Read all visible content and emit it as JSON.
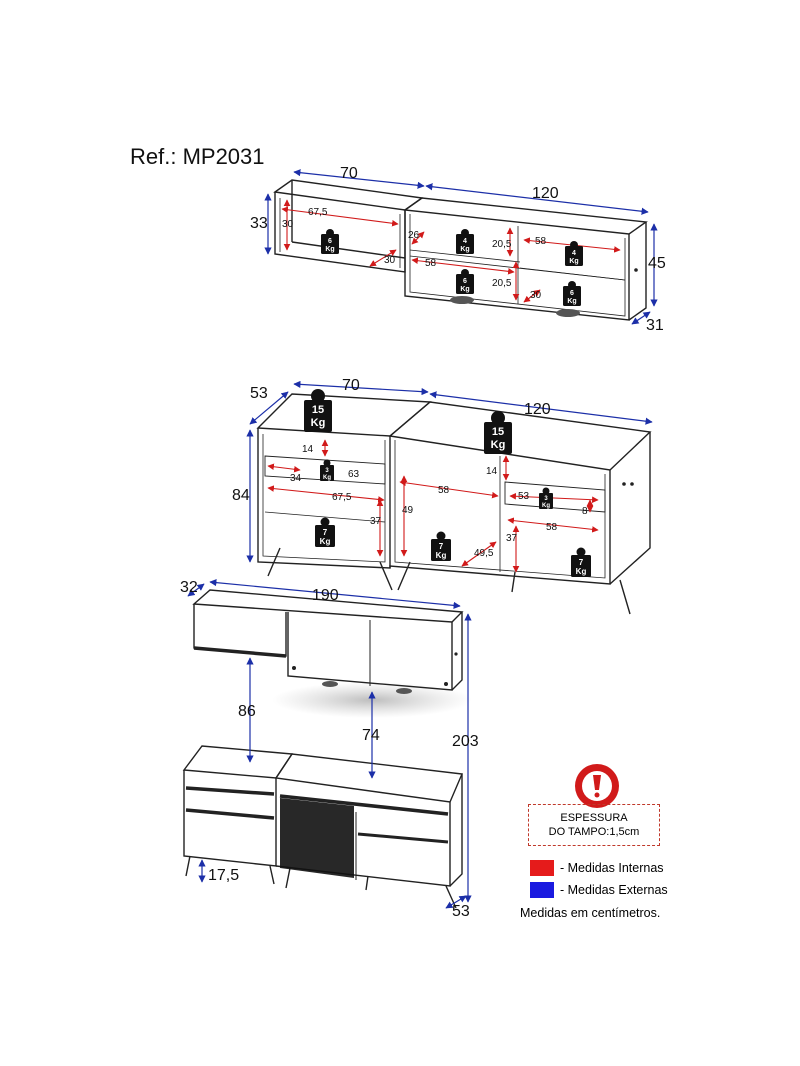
{
  "reference": "Ref.: MP2031",
  "colors": {
    "external": "#1c2fa8",
    "internal": "#d11a1a",
    "line": "#222222",
    "warning": "#d11a1a"
  },
  "upper_cabinets": {
    "dims": {
      "width_left": "70",
      "width_right": "120",
      "height_left": "33",
      "height_right": "45",
      "depth": "31"
    },
    "internal": [
      "67,5",
      "30",
      "30",
      "26",
      "20,5",
      "58",
      "58",
      "20,5",
      "30"
    ],
    "weights": [
      {
        "v": "6",
        "u": "Kg"
      },
      {
        "v": "4",
        "u": "Kg"
      },
      {
        "v": "4",
        "u": "Kg"
      },
      {
        "v": "6",
        "u": "Kg"
      },
      {
        "v": "6",
        "u": "Kg"
      }
    ]
  },
  "lower_cabinets": {
    "dims": {
      "depth": "53",
      "width_left": "70",
      "width_right": "120",
      "height": "84"
    },
    "internal": [
      "14",
      "34",
      "63",
      "67,5",
      "37",
      "14",
      "58",
      "53",
      "8",
      "49",
      "58",
      "49,5",
      "37"
    ],
    "weights": [
      {
        "v": "15",
        "u": "Kg"
      },
      {
        "v": "15",
        "u": "Kg"
      },
      {
        "v": "3",
        "u": "Kg"
      },
      {
        "v": "3",
        "u": "Kg"
      },
      {
        "v": "7",
        "u": "Kg"
      },
      {
        "v": "7",
        "u": "Kg"
      },
      {
        "v": "7",
        "u": "Kg"
      }
    ]
  },
  "assembly": {
    "dims": {
      "depth_top": "32",
      "total_width": "190",
      "gap_left": "86",
      "gap_right": "74",
      "total_height": "203",
      "leg_height": "17,5",
      "depth_bottom": "53"
    }
  },
  "legend": {
    "warning_line1": "ESPESSURA",
    "warning_line2": "DO TAMPO:1,5cm",
    "internal_label": "- Medidas Internas",
    "external_label": "- Medidas Externas",
    "note": "Medidas em centímetros."
  }
}
